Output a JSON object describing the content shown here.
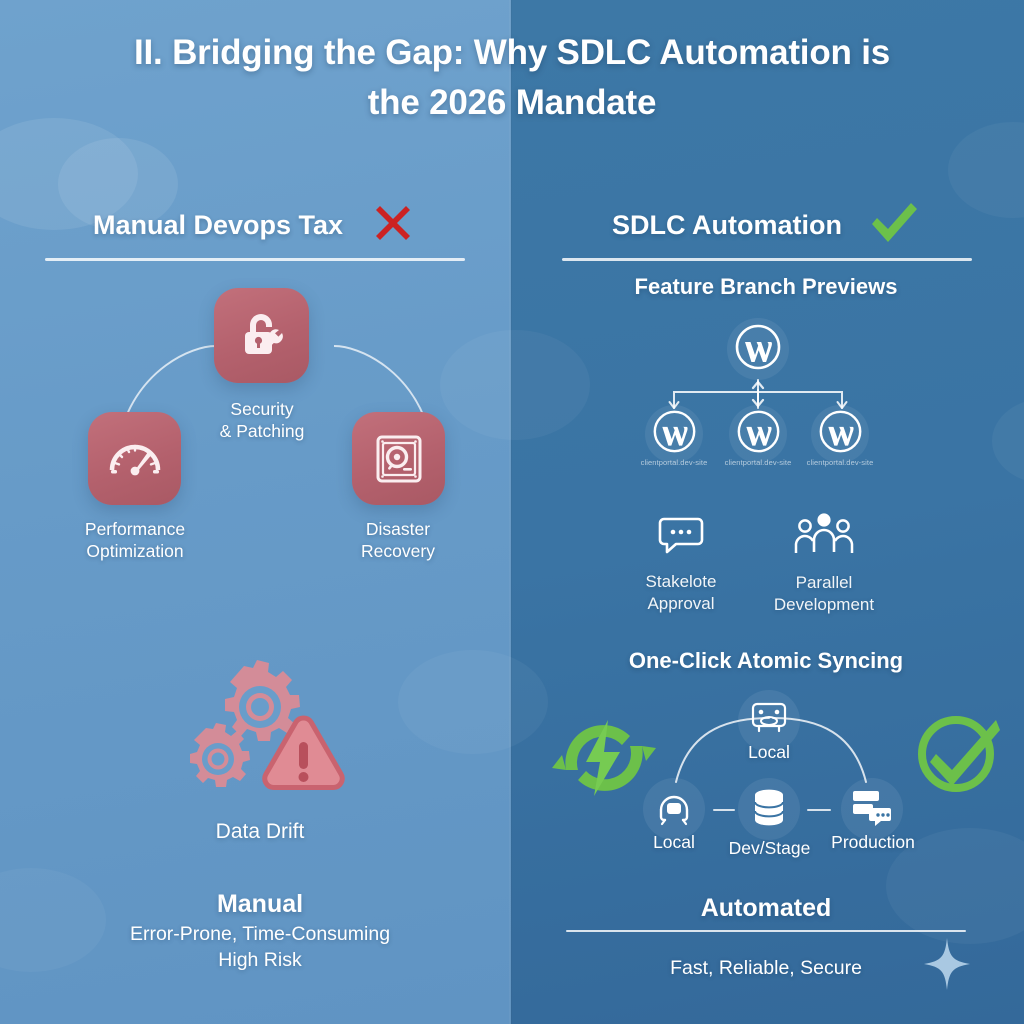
{
  "headline": "II. Bridging the Gap: Why SDLC Automation is the 2026 Mandate",
  "colors": {
    "panel_left_bg": "#6a9ecb",
    "panel_right_bg": "#3a74a4",
    "tile_red": "#b4616d",
    "accent_green": "#6cc04a",
    "accent_red": "#cc2222",
    "text_white": "#ffffff"
  },
  "left": {
    "header": "Manual Devops Tax",
    "status_icon": "red-x-icon",
    "items": [
      {
        "icon": "lock-wrench-icon",
        "label": "Security\n& Patching",
        "label_l1": "Security",
        "label_l2": "& Patching"
      },
      {
        "icon": "gauge-icon",
        "label": "Performance\nOptimization",
        "label_l1": "Performance",
        "label_l2": "Optimization"
      },
      {
        "icon": "hard-drive-icon",
        "label": "Disaster\nRecovery",
        "label_l1": "Disaster",
        "label_l2": "Recovery"
      }
    ],
    "drift": {
      "icon": "gears-warning-icon",
      "label": "Data Drift"
    },
    "summary": {
      "title": "Manual",
      "line1": "Error-Prone, Time-Consuming",
      "line2": "High Risk"
    }
  },
  "right": {
    "header": "SDLC Automation",
    "status_icon": "green-check-icon",
    "branch": {
      "title": "Feature Branch Previews",
      "root_icon": "wordpress-icon",
      "children": [
        {
          "icon": "wordpress-icon",
          "url": "clientportal.dev-site"
        },
        {
          "icon": "wordpress-icon",
          "url": "clientportal.dev-site"
        },
        {
          "icon": "wordpress-icon",
          "url": "clientportal.dev-site"
        }
      ]
    },
    "features": [
      {
        "icon": "speech-bubble-icon",
        "label_l1": "Stakelote",
        "label_l2": "Approval"
      },
      {
        "icon": "people-group-icon",
        "label_l1": "Parallel",
        "label_l2": "Development"
      }
    ],
    "sync": {
      "title": "One-Click Atomic Syncing",
      "badge_icon": "sync-lightning-icon",
      "check_icon": "green-check-circle-icon",
      "nodes": [
        {
          "icon": "local-machine-icon",
          "label": "Local"
        },
        {
          "icon": "local-user-icon",
          "label": "Local"
        },
        {
          "icon": "database-icon",
          "label": "Dev/Stage"
        },
        {
          "icon": "server-chat-icon",
          "label": "Production"
        }
      ]
    },
    "summary": {
      "title": "Automated",
      "line1": "Fast, Reliable, Secure",
      "sparkle_icon": "sparkle-icon"
    }
  }
}
